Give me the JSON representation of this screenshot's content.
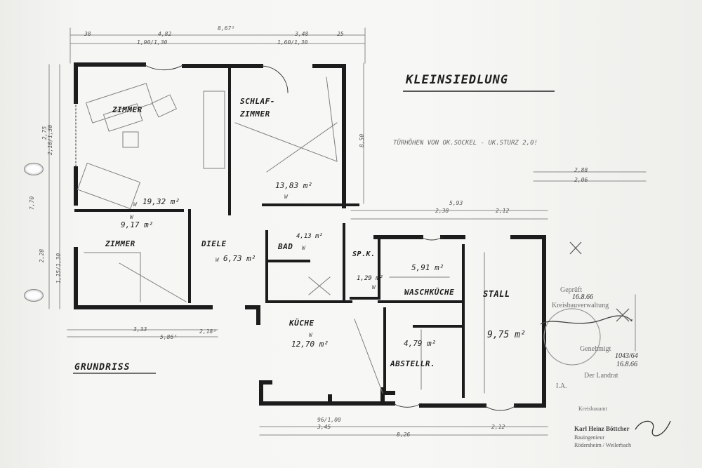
{
  "title": "KLEINSIEDLUNG",
  "note": "TÜRHÖHEN VON OK.SOCKEL - UK.STURZ 2,0!",
  "plan_label": "GRUNDRISS",
  "rooms": [
    {
      "name": "ZIMMER",
      "area": "19,32 m²",
      "prefix": "W"
    },
    {
      "name": "SCHLAF- ZIMMER",
      "area": "13,83 m²",
      "prefix": "W"
    },
    {
      "name": "ZIMMER",
      "area": "9,17 m²",
      "prefix": "W"
    },
    {
      "name": "DIELE",
      "area": "6,73 m²",
      "prefix": "W"
    },
    {
      "name": "BAD",
      "area": "4,13 m²",
      "prefix": "W"
    },
    {
      "name": "SP.K.",
      "area": "1,29 m²",
      "prefix": "W"
    },
    {
      "name": "KÜCHE",
      "area": "12,70 m²",
      "prefix": "W"
    },
    {
      "name": "WASCHKÜCHE",
      "area": "5,91 m²",
      "prefix": ""
    },
    {
      "name": "ABSTELLR.",
      "area": "4,79 m²",
      "prefix": ""
    },
    {
      "name": "STALL",
      "area": "9,75 m²",
      "prefix": ""
    }
  ],
  "dimensions": {
    "top_total": "8,67⁵",
    "top_a": "4,82",
    "top_b": "3,48",
    "top_c": "1,90/1,30",
    "top_d": "1,60/1,30",
    "top_e": "25",
    "top_f": "38",
    "left_a": "2,75",
    "left_b": "2,10/1,30",
    "left_c": "7,70",
    "left_d": "2,28",
    "left_e": "1,15/1,30",
    "right_total": "8,50",
    "annex_a": "2,88",
    "annex_b": "2,06",
    "annex_c": "5,93",
    "annex_d": "2,38",
    "annex_e": "2,12",
    "bottom_a": "3,33",
    "bottom_b": "5,86⁵",
    "bottom_c": "2,18⁵",
    "bottom_d": "3,45",
    "bottom_e": "8,26",
    "bottom_f": "2,12",
    "bottom_g": "96/1,00"
  },
  "stamp": {
    "line1": "Geprüft",
    "line2": "Kreisbauverwaltung",
    "line3": "Genehmigt",
    "line4": "Der Landrat",
    "line5": "I.A.",
    "line6": "Kreisbauamt",
    "date1": "16.8.66",
    "date2": "16.8.66",
    "number": "1043/64"
  },
  "signature": {
    "name": "Karl Heinz Böttcher",
    "role": "Bauingenieur",
    "place": "Rödersheim / Weilerbach"
  },
  "colors": {
    "ink": "#1e1e1e",
    "paper": "#f6f6f4",
    "pencil": "#9a9a9a",
    "stamp": "#7a7a7a"
  }
}
